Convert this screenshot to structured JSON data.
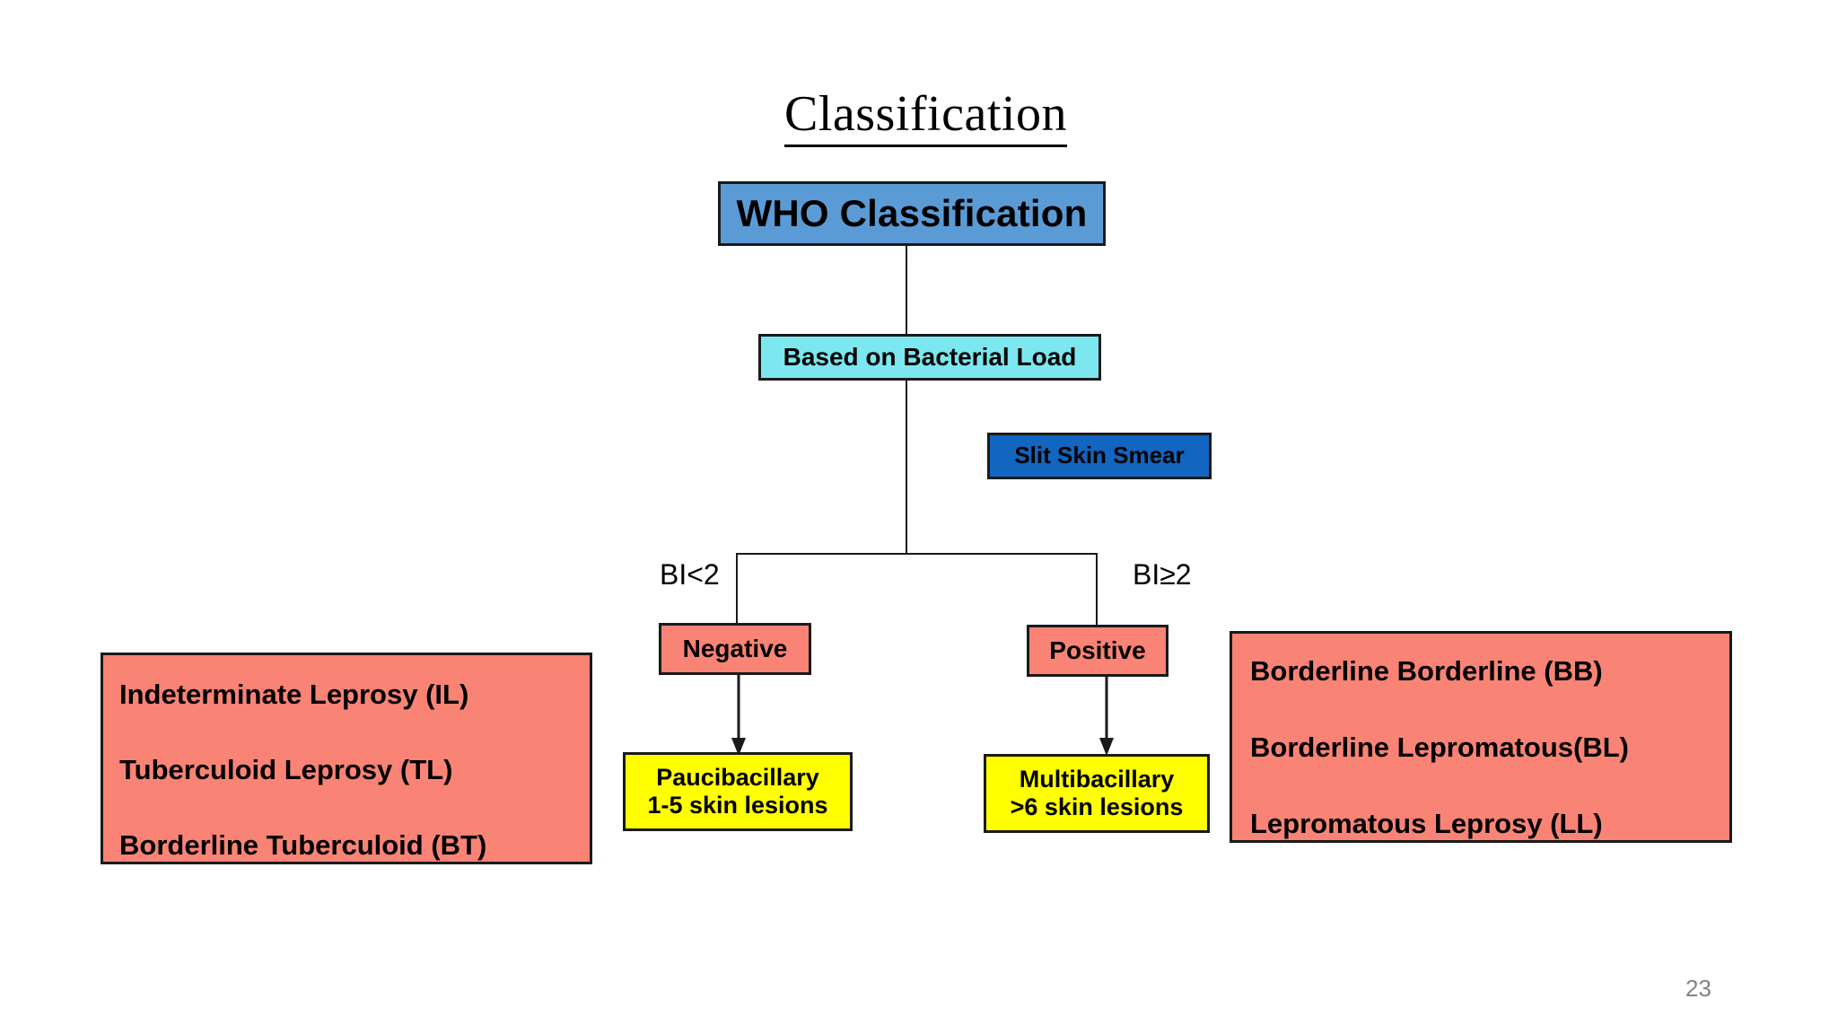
{
  "slide": {
    "title": "Classification",
    "page_number": "23",
    "background_color": "#FFFFFF"
  },
  "colors": {
    "who_box": "#5B9BD5",
    "bacterial_load_box": "#7CE7EE",
    "slit_skin_smear_box": "#1265C0",
    "salmon_box": "#F98375",
    "yellow_box": "#FFFF00",
    "border": "#1A1A1A",
    "page_number": "#808285"
  },
  "flowchart": {
    "type": "flowchart",
    "root": {
      "label": "WHO Classification"
    },
    "criterion": {
      "label": "Based on Bacterial Load"
    },
    "method": {
      "label": "Slit Skin Smear"
    },
    "branches": [
      {
        "edge_label": "BI<2",
        "result": "Negative",
        "outcome_line1": "Paucibacillary",
        "outcome_line2": "1-5 skin lesions",
        "types": [
          "Indeterminate Leprosy (IL)",
          "Tuberculoid Leprosy (TL)",
          "Borderline Tuberculoid (BT)"
        ]
      },
      {
        "edge_label": "BI≥2",
        "result": "Positive",
        "outcome_line1": "Multibacillary",
        "outcome_line2": ">6 skin lesions",
        "types": [
          "Borderline Borderline (BB)",
          "Borderline Lepromatous(BL)",
          "Lepromatous  Leprosy (LL)"
        ]
      }
    ]
  }
}
